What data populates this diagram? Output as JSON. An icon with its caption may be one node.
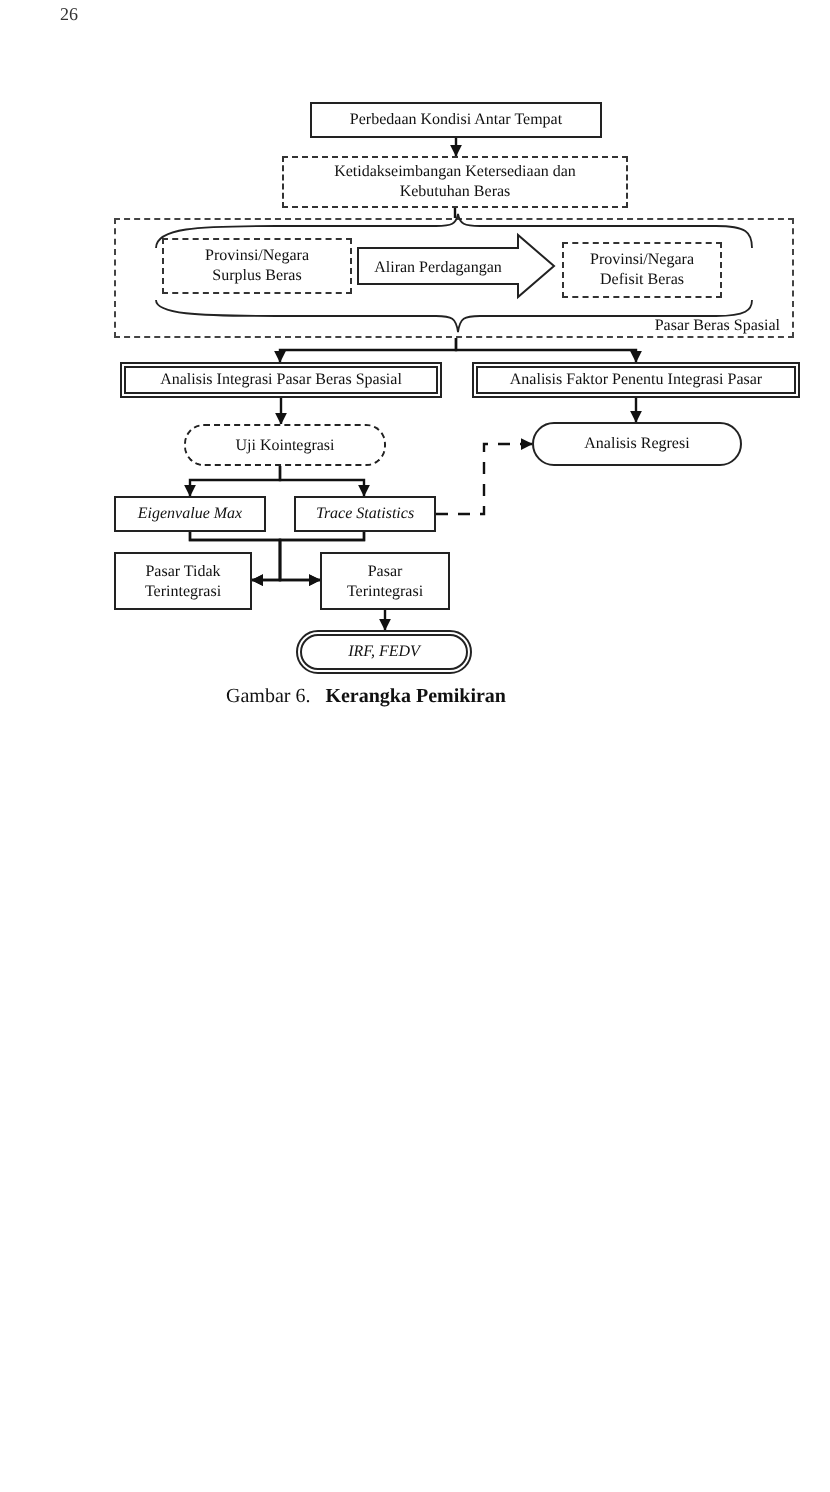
{
  "diagram": {
    "caption": "Gambar 6.   **Kerangka Pemikiran**",
    "nodes": [
      {
        "text": [
          "Perbedaan Kondisi Antar Tempat"
        ]
      },
      {
        "text": [
          "Ketidakseimbangan Ketersediaan dan Kebutuhan Beras"
        ]
      },
      {
        "text": [
          "Pasar Beras Spasial"
        ]
      },
      {
        "text": [
          "Provinsi/Negara Surplus Beras"
        ],
        "in": 2
      },
      {
        "text": [
          "Provinsi/Negara Defisit Beras"
        ],
        "in": 2
      },
      {
        "text": [
          "Analisis Integrasi Pasar Beras Spasial"
        ]
      },
      {
        "text": [
          "Analisis Faktor Penentu Integrasi Pasar"
        ]
      },
      {
        "text": [
          "Uji Kointegrasi"
        ]
      },
      {
        "text": [
          "Analisis Regresi"
        ]
      },
      {
        "text": [
          "Eigenvalue Max"
        ]
      },
      {
        "text": [
          "Trace Statistics"
        ]
      },
      {
        "text": [
          "Pasar Tidak Terintegrasi"
        ]
      },
      {
        "text": [
          "Pasar Terintegrasi"
        ]
      },
      {
        "text": [
          "IRF, FEDV"
        ]
      }
    ],
    "edges": [
      {
        "from": 0,
        "to": 1,
        "arrow": "to"
      },
      {
        "from": 1,
        "to": 2,
        "arrow": "none"
      },
      {
        "from": 2,
        "to": 5,
        "arrow": "to"
      },
      {
        "from": 2,
        "to": 6,
        "arrow": "to"
      },
      {
        "from": 5,
        "to": 7,
        "arrow": "to"
      },
      {
        "from": 6,
        "to": 8,
        "arrow": "to"
      },
      {
        "from": 7,
        "to": 9,
        "arrow": "to"
      },
      {
        "from": 7,
        "to": 10,
        "arrow": "to"
      },
      {
        "from": 10,
        "to": 8,
        "arrow": "to",
        "style": "dashed"
      },
      {
        "from": 9,
        "to": 11,
        "arrow": "to"
      },
      {
        "from": 9,
        "to": 12,
        "arrow": "to"
      },
      {
        "from": 10,
        "to": 11,
        "arrow": "to"
      },
      {
        "from": 10,
        "to": 12,
        "arrow": "to"
      },
      {
        "from": 12,
        "to": 13,
        "arrow": "to"
      },
      {
        "from": 3,
        "to": 4,
        "arrow": "to",
        "label": "Aliran Perdagangan",
        "style": "thick"
      }
    ],
    "labels": [
      "26"
    ]
  }
}
